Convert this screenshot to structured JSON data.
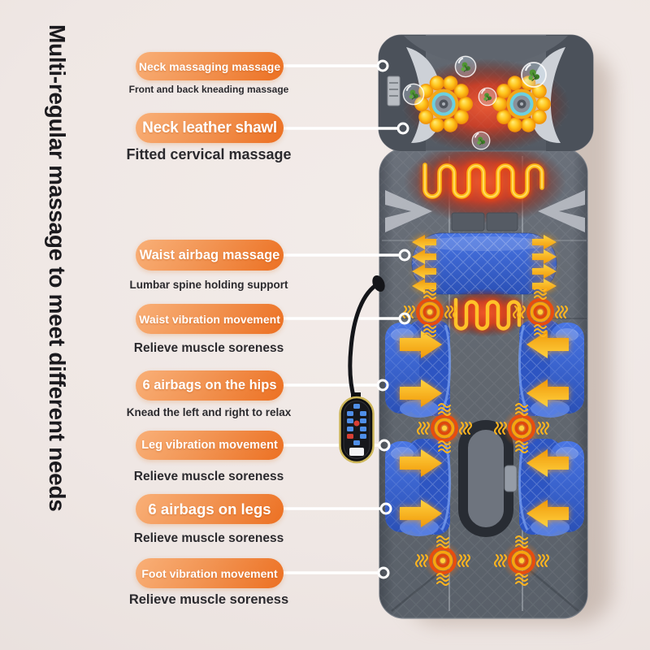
{
  "title": "Multi-regular massage to meet different needs",
  "callouts": [
    {
      "label": "Neck massaging massage",
      "subtitle": "Front and back kneading massage"
    },
    {
      "label": "Neck leather shawl",
      "subtitle": "Fitted cervical massage"
    },
    {
      "label": "Waist airbag massage",
      "subtitle": "Lumbar spine holding support"
    },
    {
      "label": "Waist vibration movement",
      "subtitle": "Relieve muscle soreness"
    },
    {
      "label": "6 airbags on the hips",
      "subtitle": "Knead the left and right to relax"
    },
    {
      "label": "Leg vibration movement",
      "subtitle": "Relieve muscle soreness"
    },
    {
      "label": "6 airbags on legs",
      "subtitle": "Relieve muscle soreness"
    },
    {
      "label": "Foot vibration movement",
      "subtitle": "Relieve muscle soreness"
    }
  ],
  "colors": {
    "background": "#efe7e4",
    "pill_orange_light": "#f9b078",
    "pill_orange": "#ec7022",
    "mat_gray": "#61676f",
    "airbag_blue": "#3a66d6",
    "heat_red": "#d6452c",
    "coil_yellow": "#ffb614",
    "arrow_yellow": "#ffc933",
    "title_text": "#1b1a1e"
  }
}
